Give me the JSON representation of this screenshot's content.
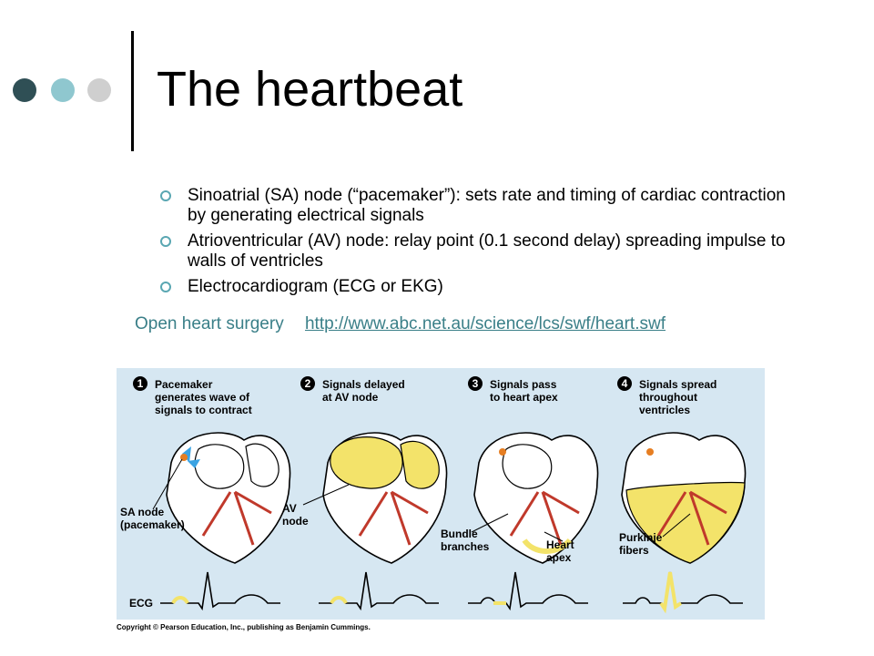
{
  "slide": {
    "title": "The heartbeat",
    "bullets": [
      "Sinoatrial (SA) node (“pacemaker”):  sets rate and timing of cardiac contraction by generating electrical signals",
      "Atrioventricular (AV) node: relay point (0.1 second delay) spreading impulse to walls of ventricles",
      "Electrocardiogram (ECG or EKG)"
    ],
    "link_label": "Open heart surgery",
    "link_url": "http://www.abc.net.au/science/lcs/swf/heart.swf"
  },
  "figure": {
    "steps": [
      {
        "number": "1",
        "line1": "Pacemaker",
        "line2": "generates wave of",
        "line3": "signals to contract"
      },
      {
        "number": "2",
        "line1": "Signals delayed",
        "line2": "at AV node",
        "line3": ""
      },
      {
        "number": "3",
        "line1": "Signals pass",
        "line2": "to heart apex",
        "line3": ""
      },
      {
        "number": "4",
        "line1": "Signals spread",
        "line2": "throughout",
        "line3": "ventricles"
      }
    ],
    "labels": {
      "sa_node_1": "SA node",
      "sa_node_2": "(pacemaker)",
      "av_1": "AV",
      "av_2": "node",
      "bundle_1": "Bundle",
      "bundle_2": "branches",
      "heart_1": "Heart",
      "heart_2": "apex",
      "purkinje_1": "Purkinje",
      "purkinje_2": "fibers",
      "ecg": "ECG"
    },
    "copyright": "Copyright © Pearson Education, Inc., publishing as Benjamin Cummings.",
    "colors": {
      "panel_bg": "#d6e7f2",
      "muscle_yellow": "#f3e36a",
      "conduction_red": "#c0392b",
      "signal_blue": "#3aa3e3"
    }
  }
}
